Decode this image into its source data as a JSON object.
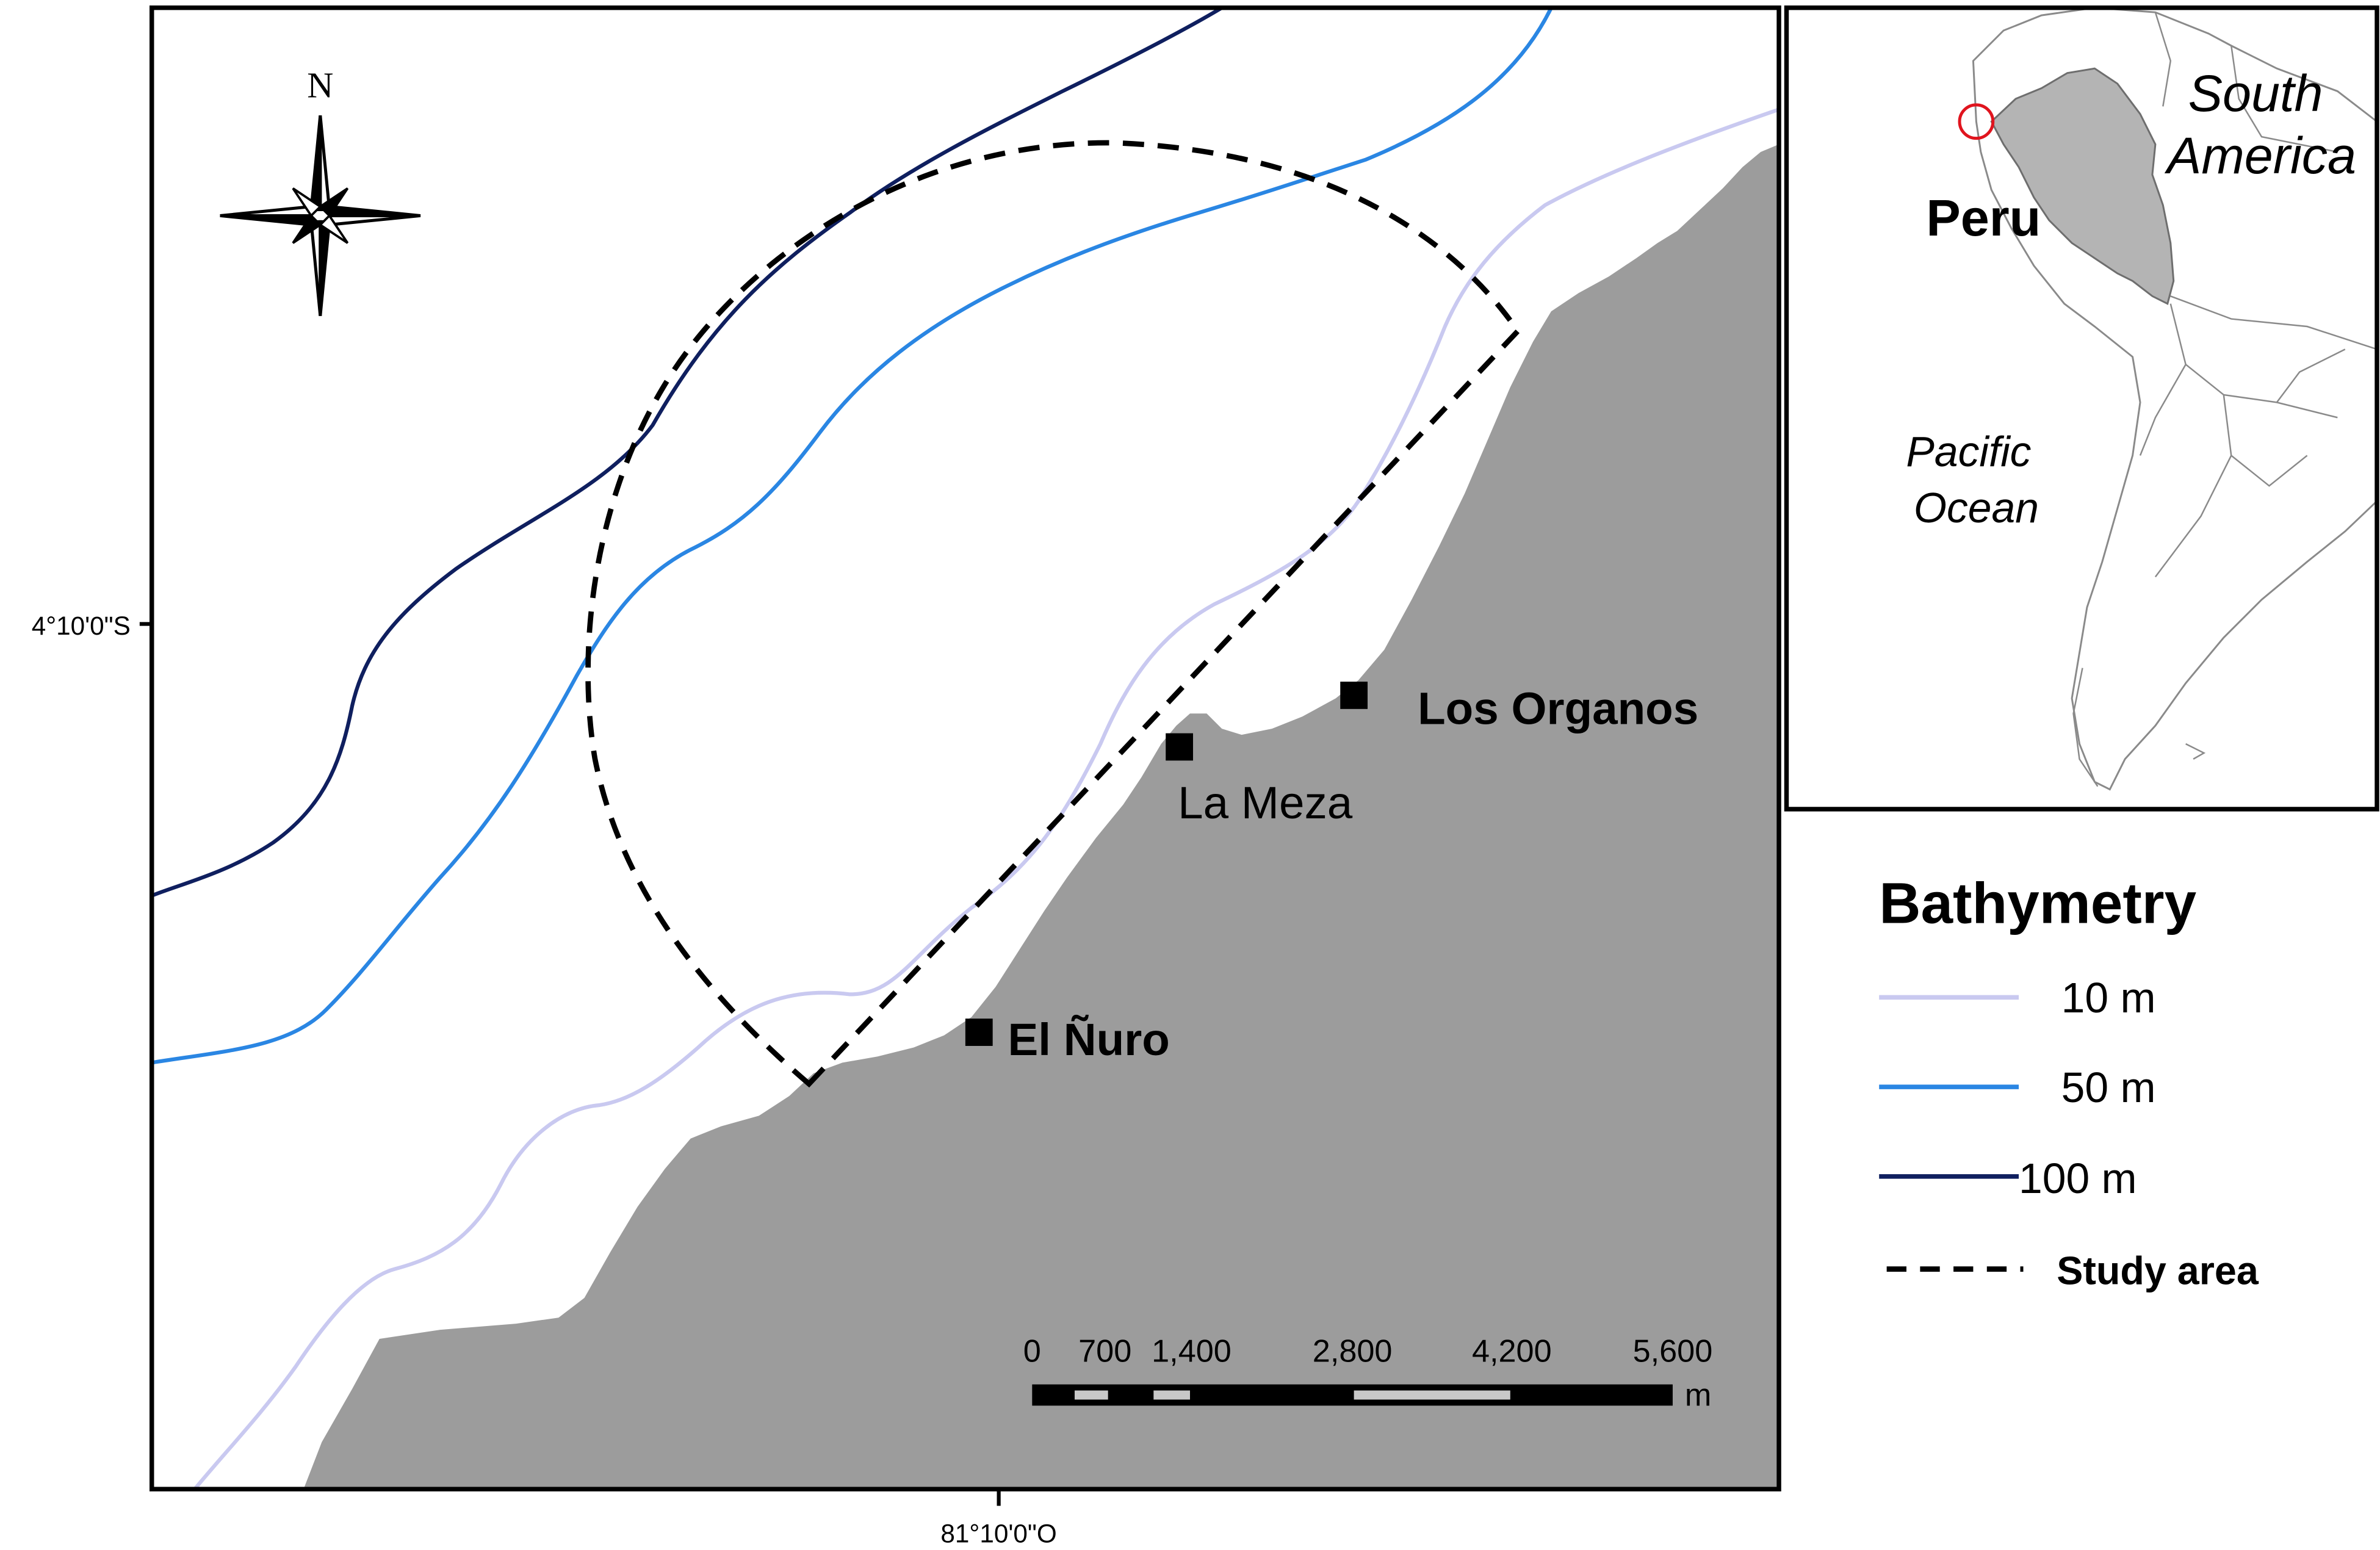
{
  "map": {
    "north_label": "N",
    "lat_label": "4°10'0\"S",
    "lon_label": "81°10'0\"O",
    "towns": [
      {
        "name": "Los Organos",
        "bold": true
      },
      {
        "name": "La Meza",
        "bold": false
      },
      {
        "name": "El Ñuro",
        "bold": true
      }
    ],
    "scale": {
      "ticks": [
        "0",
        "700",
        "1,400",
        "2,800",
        "4,200",
        "5,600"
      ],
      "unit": "m"
    },
    "colors": {
      "land": "#9c9c9c",
      "contour_10m": "#c9c9f0",
      "contour_50m": "#2a86e3",
      "contour_100m": "#0f1f5f",
      "study_area": "#000000"
    }
  },
  "inset": {
    "continent_label_line1": "South",
    "continent_label_line2": "America",
    "country_label": "Peru",
    "ocean_label_line1": "Pacific",
    "ocean_label_line2": "Ocean",
    "colors": {
      "peru": "#b4b4b4",
      "marker": "#e0141e"
    }
  },
  "legend": {
    "title": "Bathymetry",
    "items": [
      {
        "label": "10 m",
        "style": "contour_10m"
      },
      {
        "label": "50 m",
        "style": "contour_50m"
      },
      {
        "label": "100 m",
        "style": "contour_100m"
      },
      {
        "label": "Study area",
        "style": "dashed"
      }
    ]
  }
}
